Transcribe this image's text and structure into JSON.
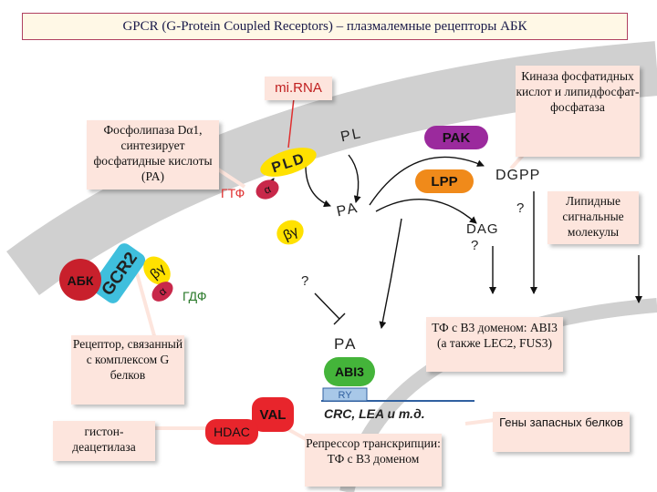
{
  "title": "GPCR (G-Protein Coupled Receptors) – плазмалемные рецепторы АБК",
  "labels": {
    "mirna": "mi.RNA",
    "phospholipase": "Фосфолипаза Dα1, синтезирует фосфатидные кислоты (PA)",
    "kinase": "Киназа фосфатидных кислот и липидфосфат-фосфатаза",
    "lipid_signals": "Липидные сигнальные молекулы",
    "receptor_desc": "Рецептор, связанный с комплексом G белков",
    "histone_deacetylase": "гистон-деацетилаза",
    "tf_b3": "ТФ с B3 доменом: ABI3 (а также LEC2, FUS3)",
    "repressor": "Репрессор транскрипции: ТФ с B3 доменом",
    "storage_genes": "Гены запасных белков"
  },
  "nodes": {
    "pld": "PLD",
    "pl": "PL",
    "pa_upper": "PA",
    "pak": "PAK",
    "lpp": "LPP",
    "dgpp": "DGPP",
    "dag": "DAG",
    "q_dag": "?",
    "q_right": "?",
    "q_mid": "?",
    "gtp": "ГТФ",
    "gdp": "ГДФ",
    "alpha_top": "α",
    "alpha_bottom": "α",
    "beta_gamma_free": "βγ",
    "beta_gamma_bound": "βγ",
    "abk": "АБК",
    "gcr2": "GCR2",
    "pa_nucleus": "PA",
    "abi3": "ABI3",
    "ry": "RY",
    "genes": "CRC, LEA и т.д.",
    "val": "VAL",
    "hdac": "HDAC"
  },
  "colors": {
    "membrane": "#d0d0d0",
    "pink_box": "#fde5dd",
    "gcr2": "#3fbfdd",
    "abk": "#c8202c",
    "alpha": "#c8284a",
    "beta_gamma": "#ffe100",
    "pld": "#ffe100",
    "pak": "#9b2a9d",
    "lpp": "#f08a1a",
    "abi3": "#44b43a",
    "val": "#e8252c",
    "hdac": "#e8252c"
  }
}
